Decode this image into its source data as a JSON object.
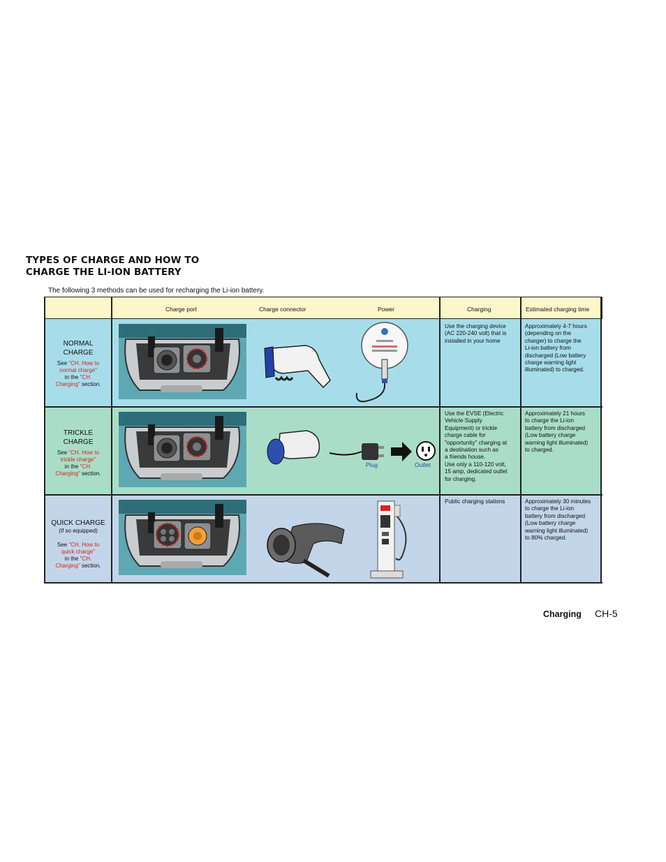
{
  "heading": {
    "line1": "TYPES OF CHARGE AND HOW TO",
    "line2": "CHARGE THE LI-ION BATTERY"
  },
  "intro": "The following 3 methods can be used for recharging the Li-ion battery.",
  "table": {
    "headers": {
      "charge_port": "Charge port",
      "charge_connector": "Charge connector",
      "power": "Power",
      "charging": "Charging",
      "time": "Estimated charging time"
    },
    "rows": [
      {
        "title": "NORMAL",
        "title2": "CHARGE",
        "note": "",
        "see": "See ",
        "link1": "\"CH. How to",
        "link2": "normal charge\"",
        "in_the": " in the ",
        "link3": "\"CH.",
        "link4": "Charging\"",
        "section": " section.",
        "charging_lines": [
          "Use the charging device",
          "(AC 220-240 volt) that is",
          "installed in your home"
        ],
        "time_lines": [
          "Approximately 4-7 hours",
          "(depending on the",
          "charger) to charge the",
          "Li-ion battery from",
          "discharged (Low battery",
          "charge warning light",
          "illuminated) to charged."
        ],
        "color": "#a7ddeb"
      },
      {
        "title": "TRICKLE",
        "title2": "CHARGE",
        "note": "",
        "see": "See ",
        "link1": "\"CH. How to",
        "link2": "trickle charge\"",
        "in_the": " in the ",
        "link3": "\"CH.",
        "link4": "Charging\"",
        "section": " section.",
        "charging_lines": [
          "Use the EVSE (Electric",
          "Vehicle Supply",
          "Equipment)  or trickle",
          "charge cable for",
          "\"opportunity\" charging at",
          "a destination such as",
          "a friends house.",
          "Use only a 110-120 volt,",
          "15 amp, dedicated outlet",
          "for charging."
        ],
        "time_lines": [
          "Approximately 21 hours",
          "to charge the Li-ion",
          "battery from discharged",
          "(Low battery charge",
          "warning light illuminated)",
          "to charged."
        ],
        "plug_label": "Plug",
        "outlet_label": "Outlet",
        "color": "#a9ddc7"
      },
      {
        "title": "QUICK CHARGE",
        "title2": "",
        "note": "(If so equipped)",
        "see": "See ",
        "link1": "\"CH. How to",
        "link2": "quick charge\"",
        "in_the": " in the ",
        "link3": "\"CH.",
        "link4": "Charging\"",
        "section": " section.",
        "charging_lines": [
          "Public charging stations"
        ],
        "time_lines": [
          "Approximately 30 minutes",
          "to charge the Li-ion",
          "battery from discharged",
          "(Low battery charge",
          "warning light illuminated)",
          "to 80% charged."
        ],
        "color": "#c3d5e9"
      }
    ]
  },
  "footer": {
    "section": "Charging",
    "page": "CH-5"
  }
}
